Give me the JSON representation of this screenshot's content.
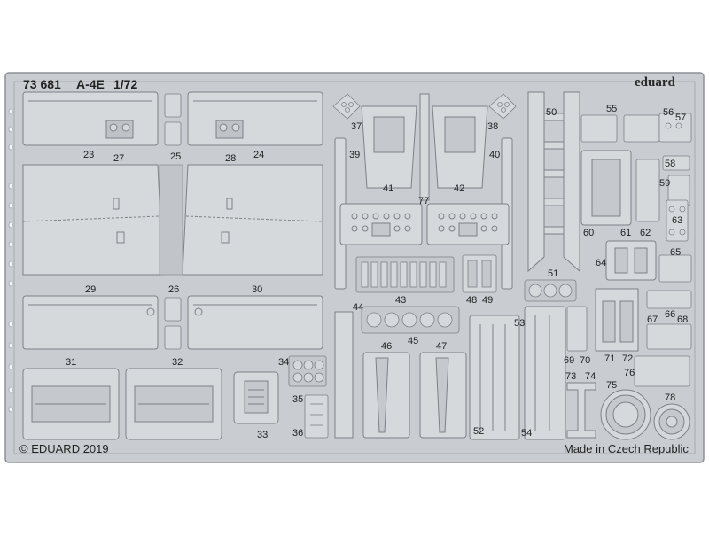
{
  "header": {
    "catalog_number": "73 681",
    "model": "A-4E",
    "scale": "1/72",
    "brand": "eduard"
  },
  "footer": {
    "copyright": "© EDUARD 2019",
    "origin": "Made in Czech Republic"
  },
  "part_numbers": [
    "23",
    "27",
    "25",
    "28",
    "24",
    "37",
    "38",
    "39",
    "40",
    "41",
    "42",
    "50",
    "55",
    "56",
    "57",
    "58",
    "59",
    "60",
    "61",
    "62",
    "63",
    "64",
    "65",
    "29",
    "26",
    "30",
    "43",
    "44",
    "45",
    "48",
    "49",
    "51",
    "53",
    "31",
    "32",
    "34",
    "35",
    "36",
    "33",
    "46",
    "47",
    "52",
    "54",
    "66",
    "67",
    "68",
    "69",
    "70",
    "71",
    "72",
    "73",
    "74",
    "75",
    "76",
    "77",
    "78"
  ],
  "colors": {
    "fret": "#c9ccd0",
    "fret_dark": "#9ea2a8",
    "part": "#d6d9dc",
    "line": "#7d8187",
    "ink": "#222222"
  }
}
